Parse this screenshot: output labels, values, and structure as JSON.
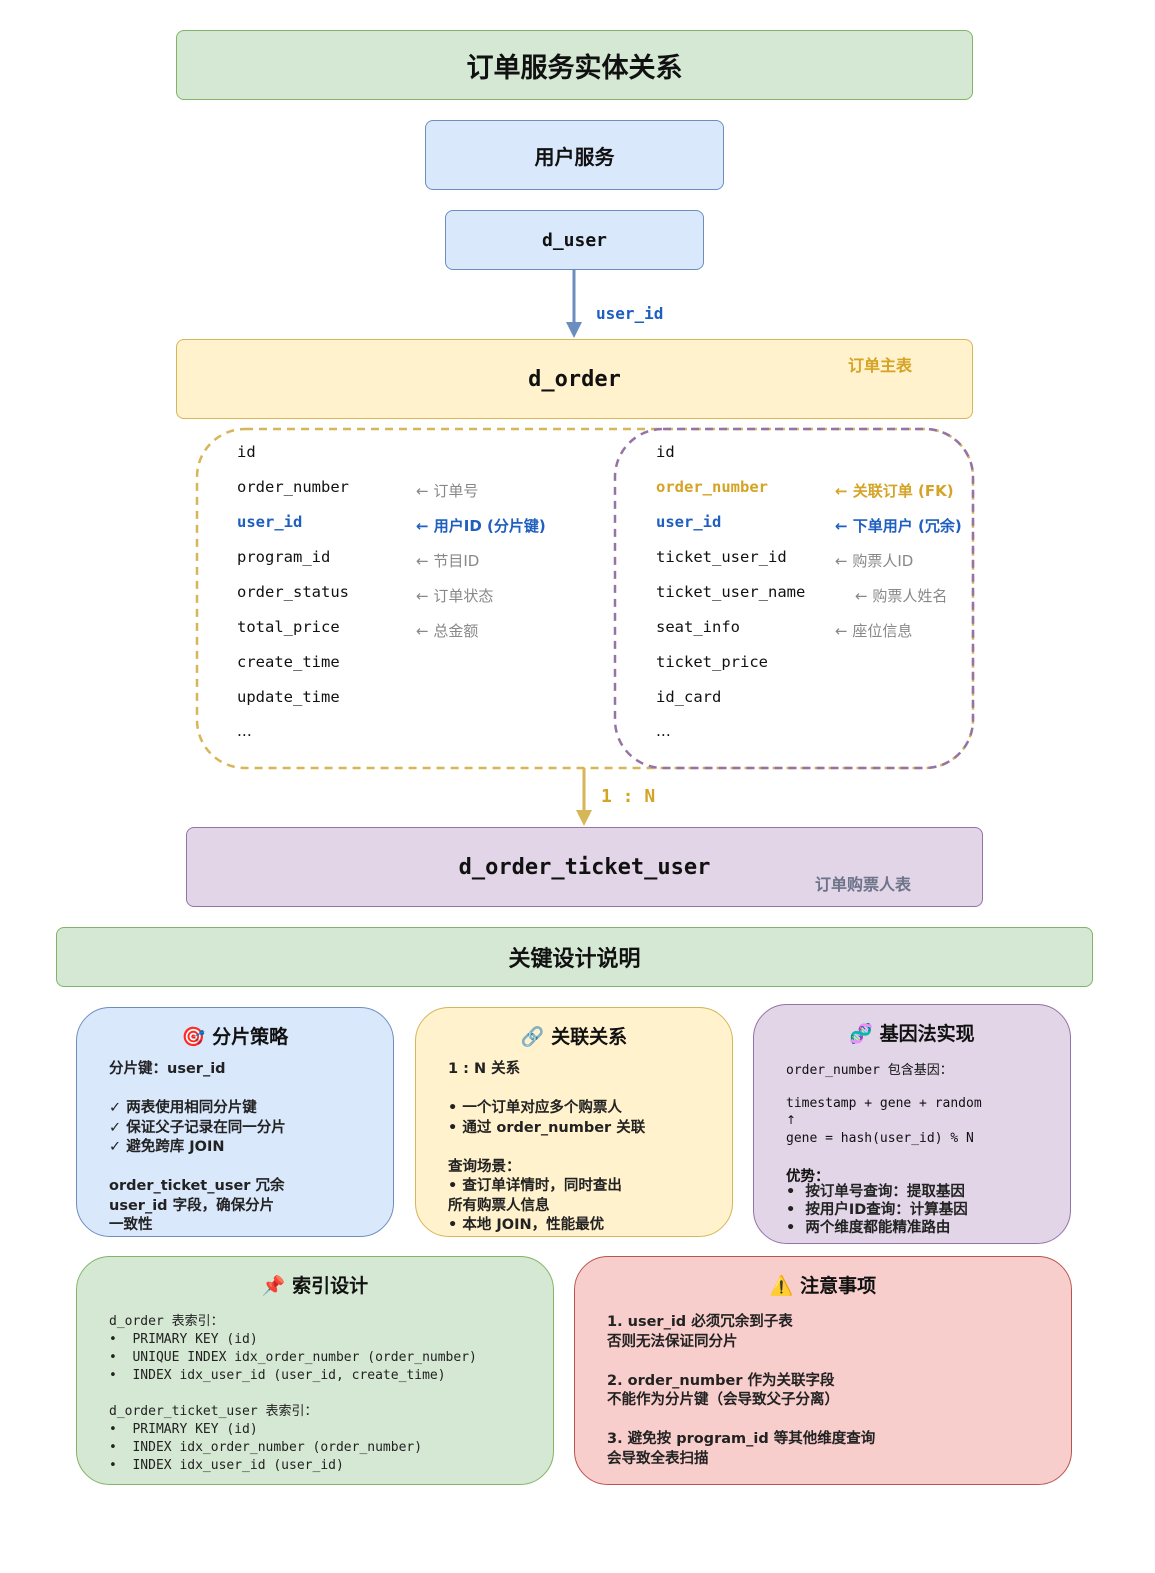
{
  "title": "订单服务实体关系",
  "user_service": "用户服务",
  "d_user": "d_user",
  "edge_user_id": "user_id",
  "d_order": {
    "name": "d_order",
    "note": "订单主表"
  },
  "d_order_ticket_user": {
    "name": "d_order_ticket_user",
    "note": "订单购票人表"
  },
  "edge_relation": "1 : N",
  "order_fields": [
    {
      "name": "id",
      "note": ""
    },
    {
      "name": "order_number",
      "note": "← 订单号"
    },
    {
      "name": "user_id",
      "note": "← 用户ID (分片键)"
    },
    {
      "name": "program_id",
      "note": "← 节目ID"
    },
    {
      "name": "order_status",
      "note": "← 订单状态"
    },
    {
      "name": "total_price",
      "note": "← 总金额"
    },
    {
      "name": "create_time",
      "note": ""
    },
    {
      "name": "update_time",
      "note": ""
    },
    {
      "name": "...",
      "note": ""
    }
  ],
  "ticket_fields": [
    {
      "name": "id",
      "note": ""
    },
    {
      "name": "order_number",
      "note": "← 关联订单 (FK)"
    },
    {
      "name": "user_id",
      "note": "← 下单用户 (冗余)"
    },
    {
      "name": "ticket_user_id",
      "note": "← 购票人ID"
    },
    {
      "name": "ticket_user_name",
      "note": "← 购票人姓名"
    },
    {
      "name": "seat_info",
      "note": "← 座位信息"
    },
    {
      "name": "ticket_price",
      "note": ""
    },
    {
      "name": "id_card",
      "note": ""
    },
    {
      "name": "...",
      "note": ""
    }
  ],
  "section_title": "关键设计说明",
  "cards": {
    "sharding": {
      "icon": "🎯",
      "title": "分片策略",
      "body": "分片键：user_id\n\n✓ 两表使用相同分片键\n✓ 保证父子记录在同一分片\n✓ 避免跨库 JOIN\n\norder_ticket_user 冗余\nuser_id 字段，确保分片\n一致性"
    },
    "relation": {
      "icon": "🔗",
      "title": "关联关系",
      "body": "1 : N 关系\n\n• 一个订单对应多个购票人\n• 通过 order_number 关联\n\n查询场景：\n• 查订单详情时，同时查出\n所有购票人信息\n• 本地 JOIN，性能最优"
    },
    "gene": {
      "icon": "🧬",
      "title": "基因法实现",
      "body_line1": "order_number 包含基因：",
      "body_line2": "timestamp + gene + random",
      "body_line3": "↑",
      "body_line4": "gene = hash(user_id) % N",
      "body_line5": "优势：",
      "body_bullets": "•  按订单号查询：提取基因\n•  按用户ID查询：计算基因\n•  两个维度都能精准路由"
    },
    "index": {
      "icon": "📌",
      "title": "索引设计",
      "body": "d_order 表索引：\n•  PRIMARY KEY (id)\n•  UNIQUE INDEX idx_order_number (order_number)\n•  INDEX idx_user_id (user_id, create_time)\n\nd_order_ticket_user 表索引：\n•  PRIMARY KEY (id)\n•  INDEX idx_order_number (order_number)\n•  INDEX idx_user_id (user_id)"
    },
    "caution": {
      "icon": "⚠️",
      "title": "注意事项",
      "body": "1. user_id 必须冗余到子表\n否则无法保证同分片\n\n2. order_number 作为关联字段\n不能作为分片键（会导致父子分离）\n\n3. 避免按 program_id 等其他维度查询\n会导致全表扫描"
    }
  },
  "colors": {
    "green_fill": "#d5e8d4",
    "blue_fill": "#dae8fc",
    "yellow_fill": "#fff2cc",
    "purple_fill": "#e1d5e7",
    "red_fill": "#f8cecc",
    "arrow_blue": "#6c8ebf",
    "arrow_gold": "#d6b656",
    "dash_purple": "#9673a6"
  }
}
